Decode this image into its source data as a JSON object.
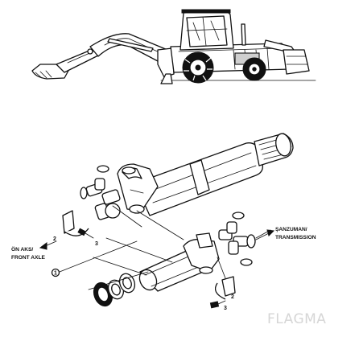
{
  "figure": {
    "callouts": {
      "front_axle_tr": "ÖN AKS/",
      "front_axle_en": "FRONT AXLE",
      "transmission_tr": "ŞANZUMAN/",
      "transmission_en": "TRANSMISSION",
      "part_1": "1",
      "part_2_upper": "2",
      "part_3_upper": "3",
      "part_2_lower": "2",
      "part_3_lower": "3"
    },
    "watermark": "FLAGMA"
  }
}
